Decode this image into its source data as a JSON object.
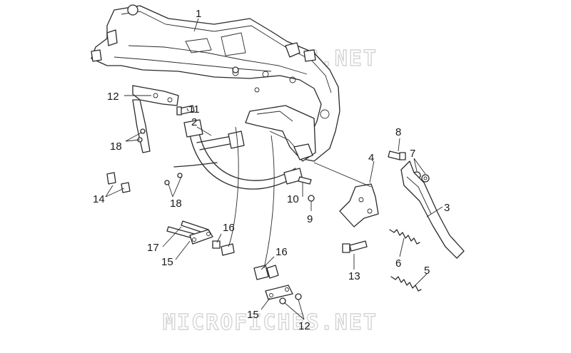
{
  "watermarks": [
    "MICROFICHES.NET",
    "MICROFICHES.NET"
  ],
  "callouts": [
    "1",
    "12",
    "11",
    "2",
    "18",
    "18",
    "14",
    "17",
    "15",
    "16",
    "16",
    "15",
    "12",
    "10",
    "9",
    "4",
    "8",
    "7",
    "3",
    "6",
    "13",
    "5"
  ]
}
